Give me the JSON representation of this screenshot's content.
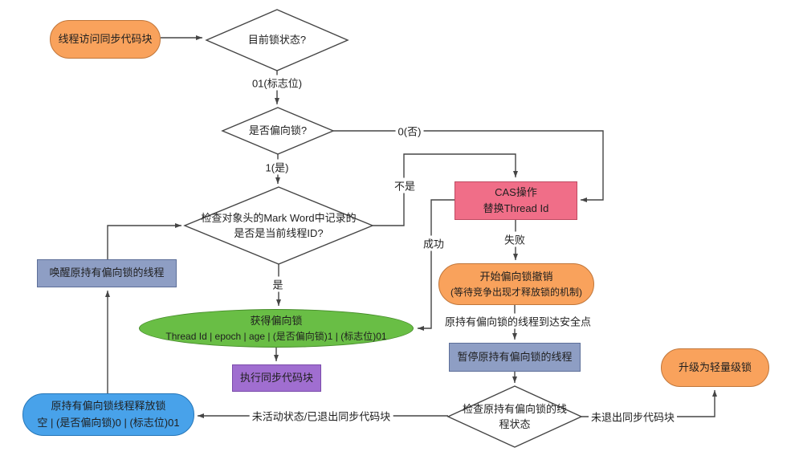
{
  "title": "偏向锁流程图",
  "colors": {
    "orange": "#f9a25c",
    "orange_border": "#c0763a",
    "pink": "#f06e88",
    "pink_border": "#bf4a62",
    "green": "#69be45",
    "green_border": "#468c2a",
    "purple": "#a06ed0",
    "purple_border": "#7a4bab",
    "blue": "#48a2ea",
    "blue_border": "#2676b8",
    "bluegray": "#8e9ec4",
    "bluegray_border": "#5d6f99",
    "line": "#454545"
  },
  "nodes": {
    "start": {
      "label": "线程访问同步代码块"
    },
    "lock_state": {
      "label": "目前锁状态?"
    },
    "is_biased": {
      "label": "是否偏向锁?"
    },
    "check_markword": {
      "line1": "检查对象头的Mark Word中记录的",
      "line2": "是否是当前线程ID?"
    },
    "cas": {
      "line1": "CAS操作",
      "line2": "替换Thread Id"
    },
    "revoke": {
      "line1": "开始偏向锁撤销",
      "line2": "(等待竞争出现才释放锁的机制)"
    },
    "acquire": {
      "line1": "获得偏向锁",
      "line2": "Thread Id | epoch | age | (是否偏向锁)1  | (标志位)01"
    },
    "execute": {
      "label": "执行同步代码块"
    },
    "wake": {
      "label": "唤醒原持有偏向锁的线程"
    },
    "pause": {
      "label": "暂停原持有偏向锁的线程"
    },
    "check_thread": {
      "line1": "检查原持有偏向锁的线",
      "line2": "程状态"
    },
    "release": {
      "line1": "原持有偏向锁线程释放锁",
      "line2": "空 | (是否偏向锁)0 | (标志位)01"
    },
    "upgrade": {
      "label": "升级为轻量级锁"
    }
  },
  "edge_labels": {
    "flag01": "01(标志位)",
    "no0": "0(否)",
    "yes1": "1(是)",
    "not_match": "不是",
    "success": "成功",
    "fail": "失败",
    "safepoint": "原持有偏向锁的线程到达安全点",
    "yes": "是",
    "inactive": "未活动状态/已退出同步代码块",
    "not_exited": "未退出同步代码块"
  }
}
